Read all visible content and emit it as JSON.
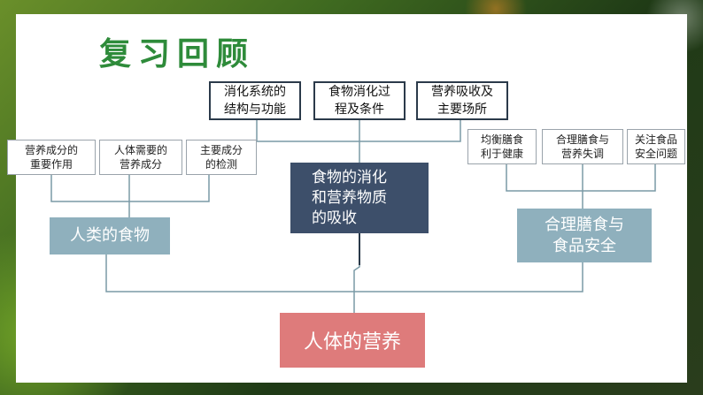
{
  "title": "复习回顾",
  "root": "人体的营养",
  "center": "食物的消化\n和营养物质\n的吸收",
  "center_children": [
    "消化系统的\n结构与功能",
    "食物消化过\n程及条件",
    "营养吸收及\n主要场所"
  ],
  "left": {
    "label": "人类的食物",
    "children": [
      "营养成分的\n重要作用",
      "人体需要的\n营养成分",
      "主要成分\n的检测"
    ]
  },
  "right": {
    "label": "合理膳食与\n食品安全",
    "children": [
      "均衡膳食\n利于健康",
      "合理膳食与\n营养失调",
      "关注食品\n安全问题"
    ]
  }
}
